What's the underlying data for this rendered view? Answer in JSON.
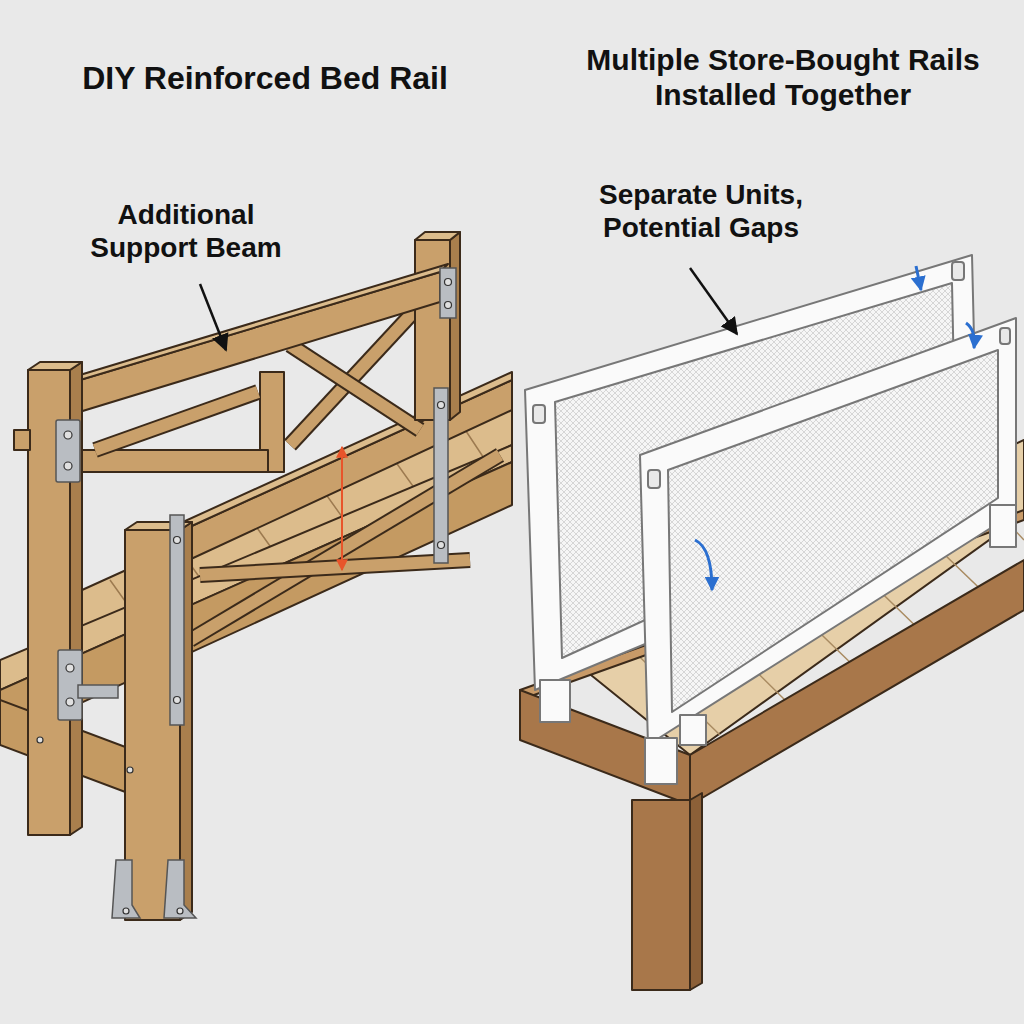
{
  "diagram": {
    "labels": [
      "DIY Reinforced Bed Rail",
      "Multiple Store-Bought Rails Installed Together",
      "Additional Support Beam",
      "Separate Units, Potential Gaps"
    ]
  }
}
